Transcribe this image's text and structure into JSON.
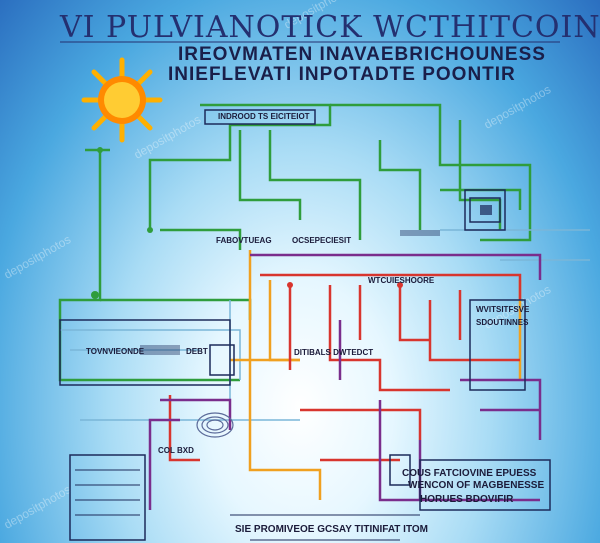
{
  "title": "VI PULVIANOTICK WCTHITCOIN",
  "subtitle_1": "IREOVMATEN INAVAEBRICHOUNESS",
  "subtitle_2": "INIEFLEVATI INPOTADTE POONTIR",
  "labels": {
    "top_box": "INDROOD TS EICITEIOT",
    "left_mid_1": "FABOVTUEAG",
    "left_mid_2": "OCSEPECIESIT",
    "right_mid": "WTCUIESHOORE",
    "left_block": "TOVNVIEONDE",
    "debt": "DEBT",
    "mid_red": "DITIBALS DWTEDCT",
    "right_block_1": "WVITSITFSVE",
    "right_block_2": "SDOUTINNES",
    "col": "COL BXD",
    "cous_1": "COUS FATCIOVINE EPUESS",
    "cous_2": "WENCON OF MAGBENESSE",
    "cous_3": "HORUES BDOVIFIR",
    "bottom": "SIE PROMIVEOE GCSAY TITINIFAT ITOM"
  },
  "watermark": "depositphotos",
  "colors": {
    "green": "#2f9d3c",
    "red": "#d8352e",
    "orange": "#f0a020",
    "purple": "#7a2d8c",
    "navy": "#1c2a5a",
    "sun": "#ffb000"
  }
}
